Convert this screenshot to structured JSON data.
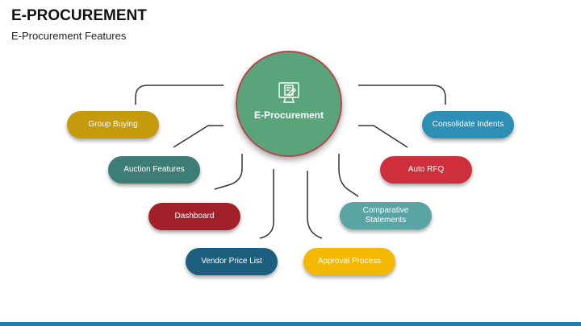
{
  "header": {
    "title": "E-PROCUREMENT",
    "subtitle": "E-Procurement Features"
  },
  "hub": {
    "label": "E-Procurement",
    "icon": "document-monitor-icon",
    "color": "#5aa47b"
  },
  "features": [
    {
      "id": "group-buying",
      "label": "Group Buying",
      "color": "#c59a0c"
    },
    {
      "id": "auction-features",
      "label": "Auction Features",
      "color": "#3d7d78"
    },
    {
      "id": "dashboard",
      "label": "Dashboard",
      "color": "#a1202a"
    },
    {
      "id": "vendor-price-list",
      "label": "Vendor Price List",
      "color": "#1b5e7e"
    },
    {
      "id": "approval-process",
      "label": "Approval Process",
      "color": "#f4b800"
    },
    {
      "id": "comparative-statements",
      "label": "Comparative Statements",
      "color": "#5aa5a3"
    },
    {
      "id": "auto-rfq",
      "label": "Auto RFQ",
      "color": "#cf2f3b"
    },
    {
      "id": "consolidate-indents",
      "label": "Consolidate Indents",
      "color": "#2c8fb3"
    }
  ],
  "footer_color": "#1f7db5"
}
